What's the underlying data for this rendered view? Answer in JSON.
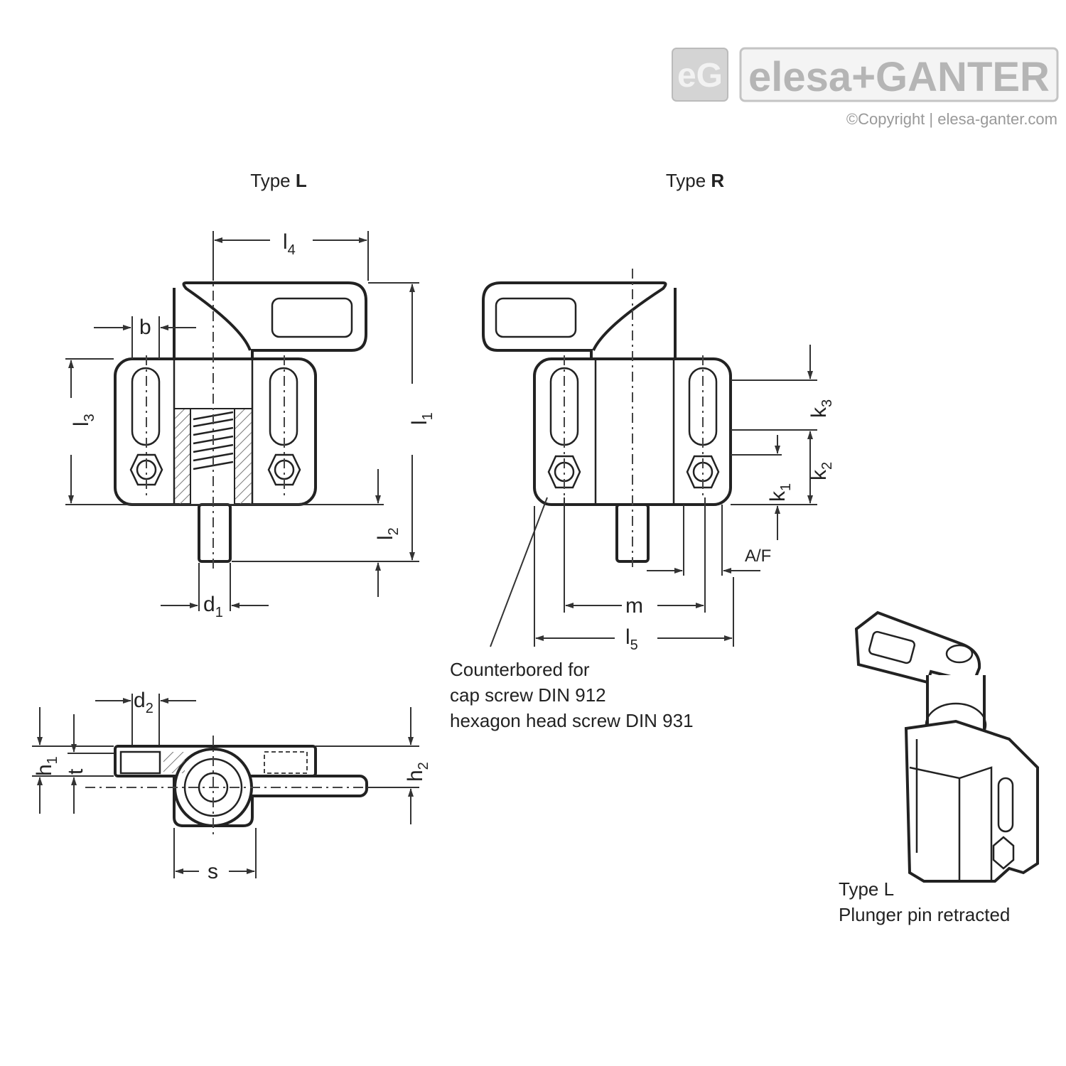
{
  "brand": {
    "logo_text": "elesa+GANTER",
    "copyright": "©Copyright | elesa-ganter.com",
    "colors": {
      "logo_gray": "#c9c9c9",
      "logo_text": "#b5b5b5",
      "line": "#222222"
    }
  },
  "views": {
    "type_l": {
      "prefix": "Type ",
      "letter": "L"
    },
    "type_r": {
      "prefix": "Type ",
      "letter": "R"
    }
  },
  "dimensions": {
    "l4": {
      "base": "l",
      "sub": "4"
    },
    "b": {
      "base": "b",
      "sub": ""
    },
    "l3": {
      "base": "l",
      "sub": "3"
    },
    "l1": {
      "base": "l",
      "sub": "1"
    },
    "l2": {
      "base": "l",
      "sub": "2"
    },
    "d1": {
      "base": "d",
      "sub": "1"
    },
    "k3": {
      "base": "k",
      "sub": "3"
    },
    "k2": {
      "base": "k",
      "sub": "2"
    },
    "k1": {
      "base": "k",
      "sub": "1"
    },
    "af": {
      "base": "A/F",
      "sub": ""
    },
    "m": {
      "base": "m",
      "sub": ""
    },
    "l5": {
      "base": "l",
      "sub": "5"
    },
    "d2": {
      "base": "d",
      "sub": "2"
    },
    "h1": {
      "base": "h",
      "sub": "1"
    },
    "t": {
      "base": "t",
      "sub": ""
    },
    "h2": {
      "base": "h",
      "sub": "2"
    },
    "s": {
      "base": "s",
      "sub": ""
    }
  },
  "notes": {
    "counterbore": [
      "Counterbored for",
      "cap screw DIN 912",
      "hexagon head screw DIN 931"
    ],
    "iso_caption": [
      "Type L",
      "Plunger pin retracted"
    ]
  }
}
